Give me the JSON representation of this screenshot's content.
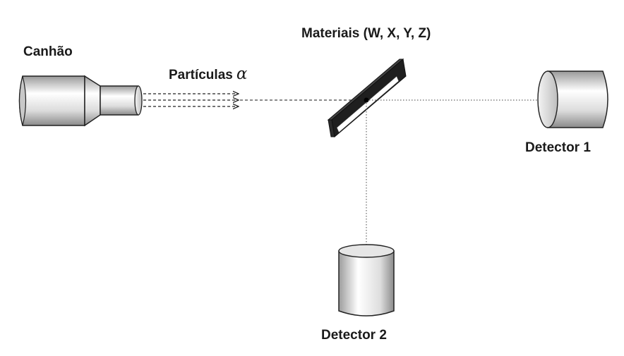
{
  "labels": {
    "cannon": "Canhão",
    "particles": "Partículas",
    "alpha": "α",
    "materials": "Materiais (W, X, Y, Z)",
    "detector1": "Detector 1",
    "detector2": "Detector 2"
  },
  "colors": {
    "background": "#ffffff",
    "stroke": "#222222",
    "text": "#1a1a1a",
    "beam": "#555555"
  }
}
